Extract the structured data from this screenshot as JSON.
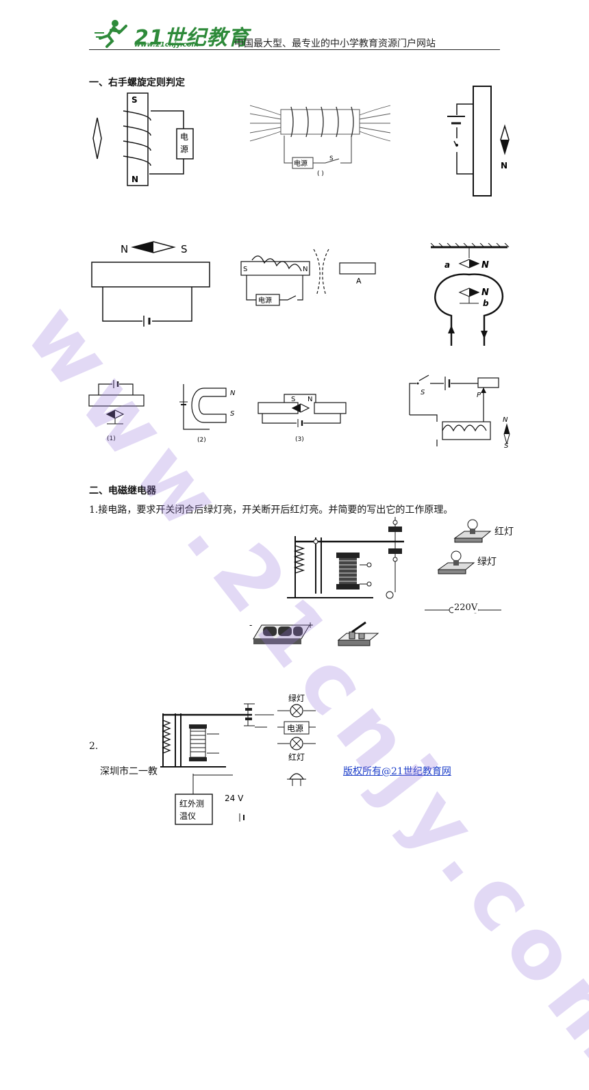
{
  "header": {
    "logo_text": "21世纪教育",
    "logo_url": "www.21cnjy.com",
    "slogan": "中国最大型、最专业的中小学教育资源门户网站"
  },
  "section1": {
    "title": "一、右手螺旋定则判定",
    "fig1": {
      "label_s": "S",
      "label_n": "N",
      "power_1": "电",
      "power_2": "源"
    },
    "fig2": {
      "power": "电源",
      "switch": "S",
      "blank": "(   )"
    },
    "fig3": {
      "compass": "N"
    },
    "fig4": {
      "left": "N",
      "right": "S"
    },
    "fig5": {
      "s": "S",
      "n": "N",
      "power": "电源",
      "magnet": "A"
    },
    "fig6": {
      "a": "a",
      "n_top": "N",
      "n_bottom": "N",
      "b": "b"
    },
    "fig7": {
      "caption": "(1)"
    },
    "fig8": {
      "n": "N",
      "s": "S",
      "caption": "(2)"
    },
    "fig9": {
      "s": "S",
      "n": "N",
      "caption": "(3)"
    },
    "fig10": {
      "switch": "S",
      "p": "P",
      "n": "N",
      "s": "S"
    }
  },
  "section2": {
    "title": "二、电磁继电器",
    "q1": "1.接电路，要求开关闭合后绿灯亮，开关断开后红灯亮。并简要的写出它的工作原理。",
    "red_lamp": "红灯",
    "green_lamp": "绿灯",
    "voltage": "220V",
    "q2_num": "2.",
    "q2_green": "绿灯",
    "q2_power": "电源",
    "q2_red": "红灯",
    "q2_voltage": "24 V",
    "q2_device_1": "红外测",
    "q2_device_2": "温仪"
  },
  "footer": {
    "school": "深圳市二一教",
    "copyright": "版权所有@21世纪教育网"
  },
  "watermark": "www.21cnjy.com"
}
